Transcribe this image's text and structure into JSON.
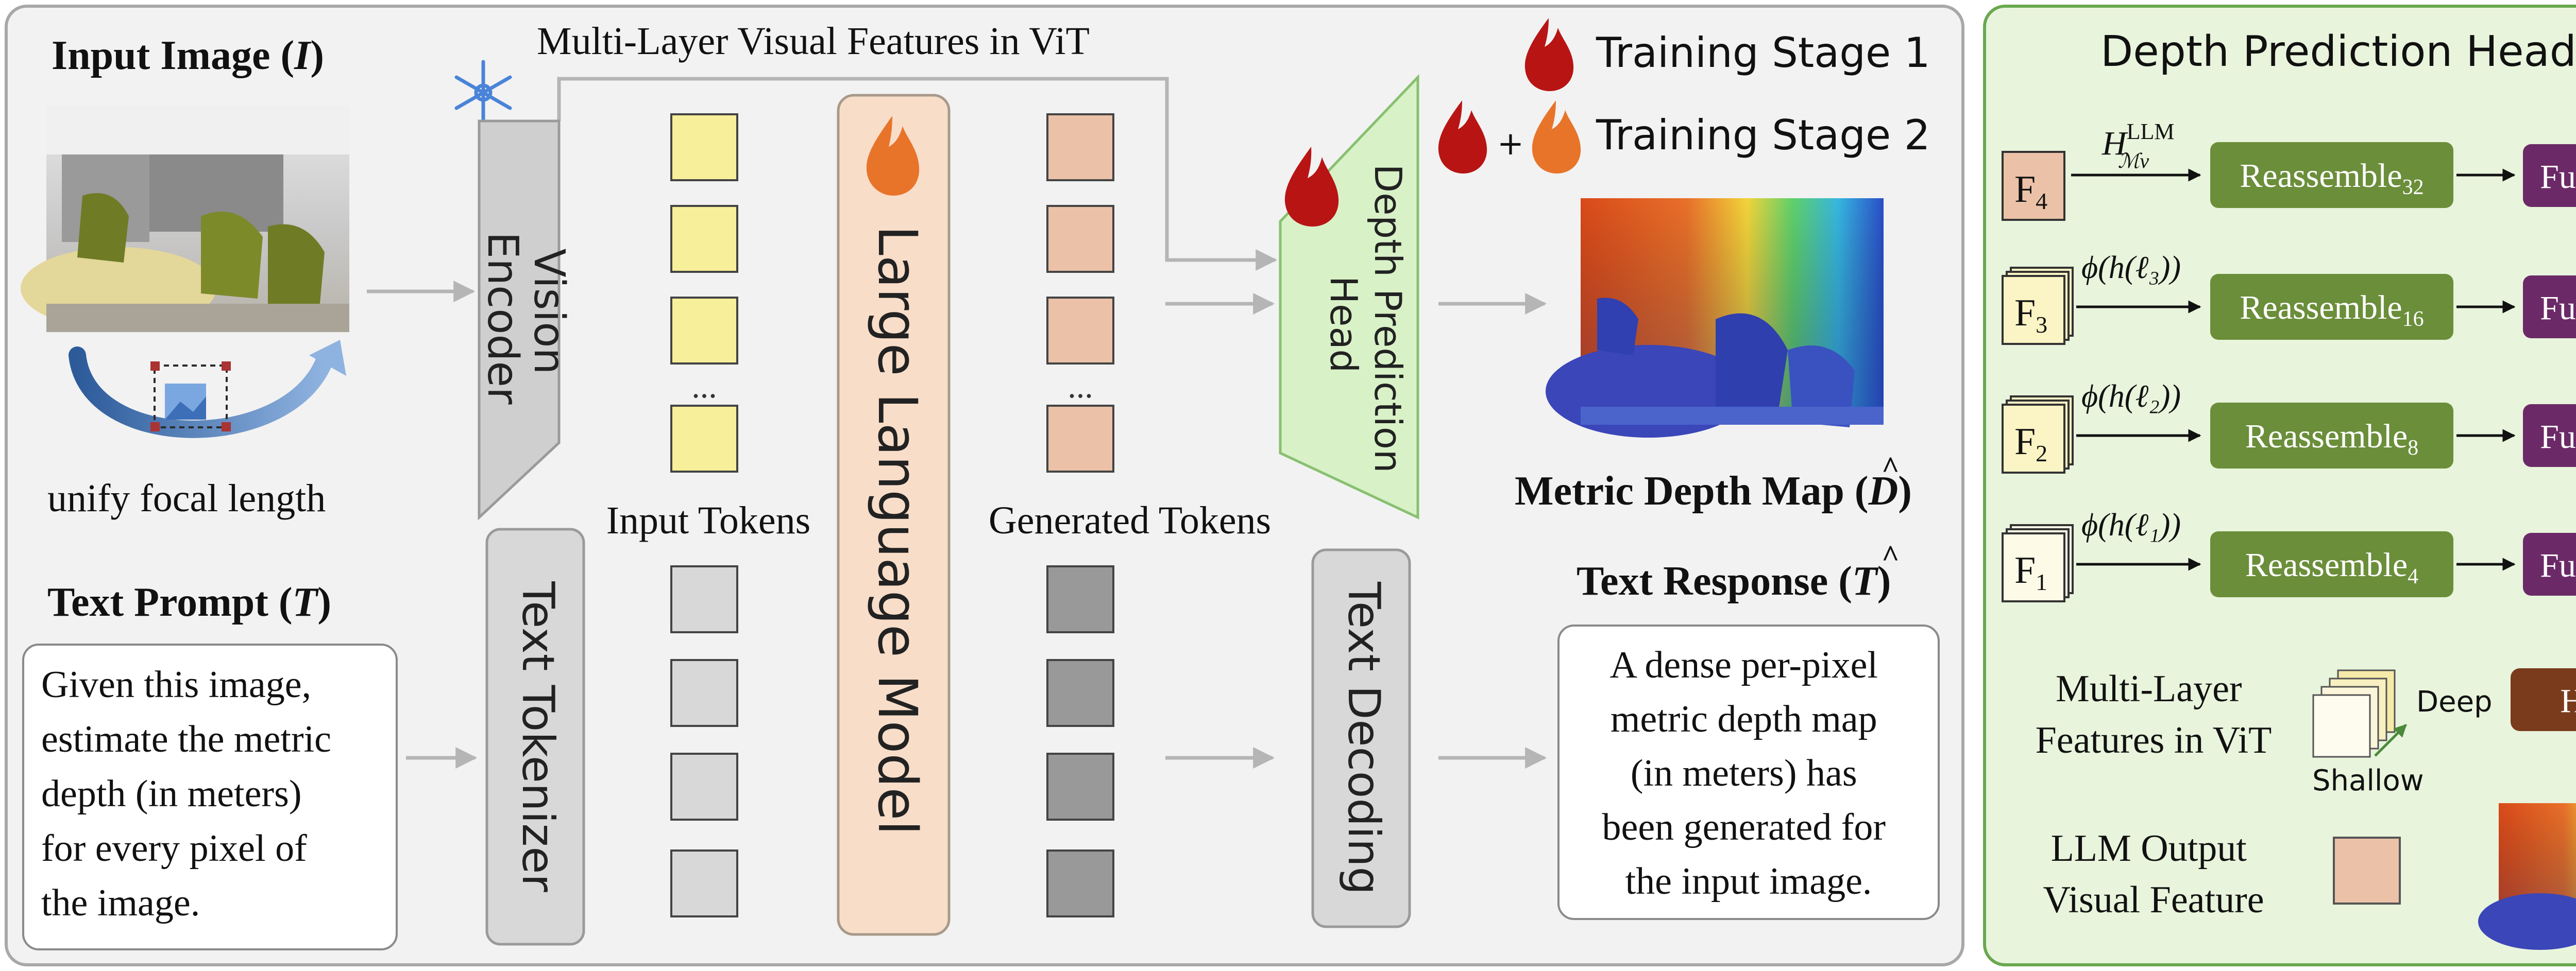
{
  "main": {
    "input_image_title": "Input Image (",
    "input_image_sym": "I",
    "unify_label": "unify focal length",
    "multi_layer_title": "Multi-Layer Visual Features in ViT",
    "vision_encoder": [
      "Vision",
      "Encoder"
    ],
    "llm_label": "Large Language Model",
    "depth_head": [
      "Depth Prediction",
      "Head"
    ],
    "input_tokens_label": "Input Tokens",
    "generated_tokens_label": "Generated Tokens",
    "ellipsis": "...",
    "metric_depth_title": "Metric Depth Map (",
    "metric_depth_sym": "D",
    "text_prompt_title": "Text Prompt (",
    "text_prompt_sym": "T",
    "prompt_lines": [
      "Given this image,",
      "estimate the metric",
      "depth (in meters)",
      "for every pixel of",
      "the image."
    ],
    "text_tokenizer": "Text Tokenizer",
    "text_decoding": "Text Decoding",
    "text_response_title": "Text Response (",
    "text_response_sym": "T",
    "response_lines": [
      "A dense per-pixel",
      "metric depth map",
      "(in meters) has",
      "been generated for",
      "the input image."
    ],
    "closing_paren": ")"
  },
  "legend": {
    "stage1": "Training Stage 1",
    "stage2": "Training Stage 2",
    "plus": "+"
  },
  "head_panel": {
    "title": "Depth Prediction Head",
    "rows": [
      {
        "feature": "F",
        "feature_sub": "4",
        "input": "H",
        "input_sup": "LLM",
        "input_sub": "ℳv",
        "reassemble": "Reassemble",
        "reassemble_sub": "32",
        "fusion": "Fusion"
      },
      {
        "feature": "F",
        "feature_sub": "3",
        "input": "ϕ(h(ℓ₃))",
        "reassemble": "Reassemble",
        "reassemble_sub": "16",
        "fusion": "Fusion"
      },
      {
        "feature": "F",
        "feature_sub": "2",
        "input": "ϕ(h(ℓ₂))",
        "reassemble": "Reassemble",
        "reassemble_sub": "8",
        "fusion": "Fusion"
      },
      {
        "feature": "F",
        "feature_sub": "1",
        "input": "ϕ(h(ℓ₁))",
        "reassemble": "Reassemble",
        "reassemble_sub": "4",
        "fusion": "Fusion"
      }
    ],
    "head_label": "Head",
    "multi_layer_label": [
      "Multi-Layer",
      "Features in ViT"
    ],
    "deep": "Deep",
    "shallow": "Shallow",
    "llm_output_label": [
      "LLM Output",
      "Visual Feature"
    ]
  },
  "colors": {
    "yellow_token": "#f7ef9a",
    "salmon_token": "#ebc2a8",
    "light_gray_token": "#d8d8d8",
    "dark_gray_token": "#999999",
    "llm_fill": "#f8ddc9",
    "head_fill": "#d8f1c7",
    "reassemble": "#6b8e3a",
    "fusion": "#6b2a67",
    "head_box": "#7a3b1c",
    "panel_green": "#e8f4dc",
    "panel_gray": "#f2f2f2"
  }
}
